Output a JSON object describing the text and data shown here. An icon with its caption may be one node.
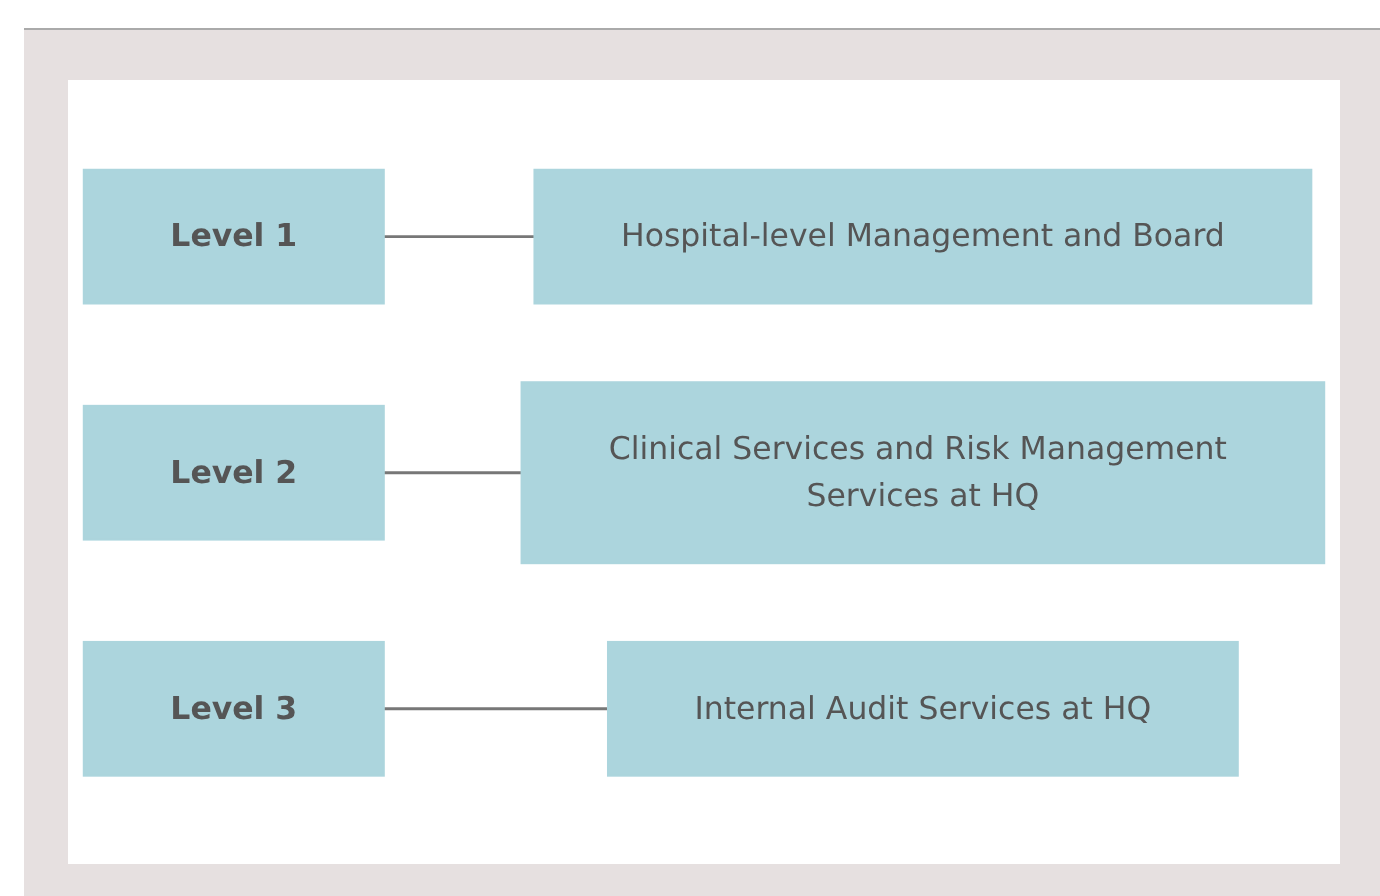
{
  "diagram": {
    "nodes": [
      {
        "text": [
          "Level 1"
        ]
      },
      {
        "text": [
          "Hospital-level Management and Board"
        ]
      },
      {
        "text": [
          "Level 2"
        ]
      },
      {
        "text": [
          "Clinical Services and Risk Management Services at HQ"
        ]
      },
      {
        "text": [
          "Level 3"
        ]
      },
      {
        "text": [
          "Internal Audit Services at HQ"
        ]
      }
    ],
    "edges": [
      {
        "from": 0,
        "to": 1,
        "arrow": "none"
      },
      {
        "from": 2,
        "to": 3,
        "arrow": "none"
      },
      {
        "from": 4,
        "to": 5,
        "arrow": "none"
      }
    ]
  }
}
